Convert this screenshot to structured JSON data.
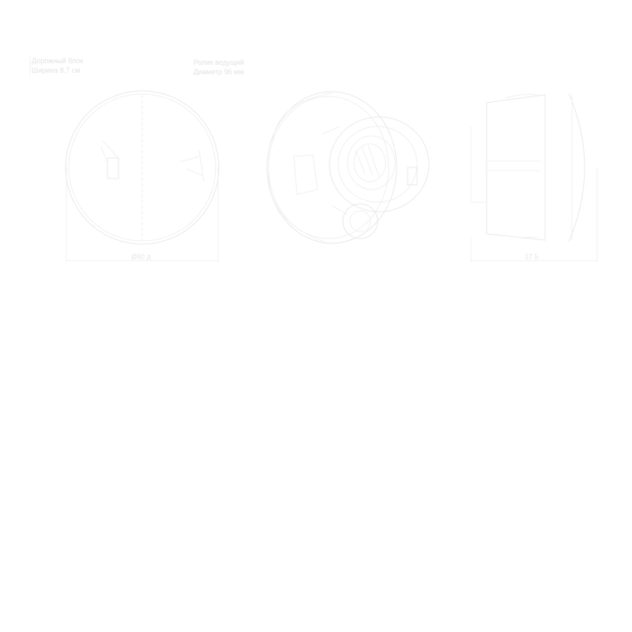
{
  "drawing": {
    "label_left_line1": "Дорожный блок",
    "label_left_line2": "Ширина 8,7 см",
    "label_mid_line1": "Ролик ведущий",
    "label_mid_line2": "Диаметр 96 мм",
    "dim_left": "Ø80 д",
    "dim_right": "37 5"
  }
}
